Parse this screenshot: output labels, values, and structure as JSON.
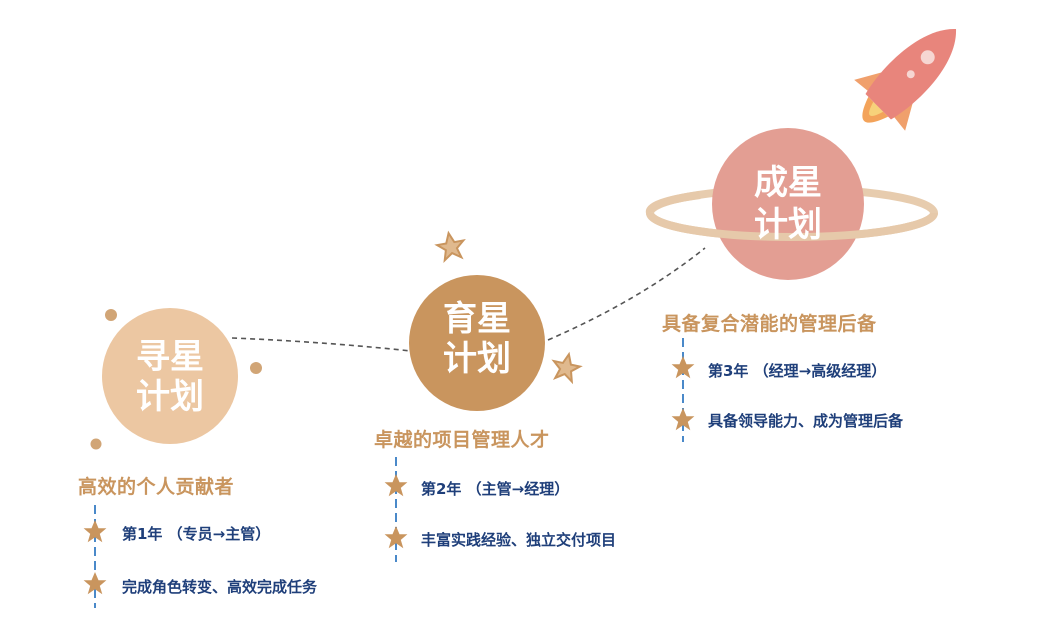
{
  "colors": {
    "stage1_circle": "#ecc7a2",
    "stage2_circle": "#c9955e",
    "stage3_circle": "#e39e93",
    "ring": "#e6c9aa",
    "title": "#c9955e",
    "item_text": "#1f3f7a",
    "star": "#c9955e",
    "dashed_line": "#4a89c9",
    "connector": "#555555",
    "dot": "#c9955e"
  },
  "stages": [
    {
      "circle_line1": "寻星",
      "circle_line2": "计划",
      "title": "高效的个人贡献者",
      "items": [
        "第1年 （专员→主管）",
        "完成角色转变、高效完成任务"
      ]
    },
    {
      "circle_line1": "育星",
      "circle_line2": "计划",
      "title": "卓越的项目管理人才",
      "items": [
        "第2年 （主管→经理）",
        "丰富实践经验、独立交付项目"
      ]
    },
    {
      "circle_line1": "成星",
      "circle_line2": "计划",
      "title": "具备复合潜能的管理后备",
      "items": [
        "第3年 （经理→高级经理）",
        "具备领导能力、成为管理后备"
      ]
    }
  ],
  "icons": {
    "bullet": "star-icon",
    "rocket": "rocket-icon"
  }
}
